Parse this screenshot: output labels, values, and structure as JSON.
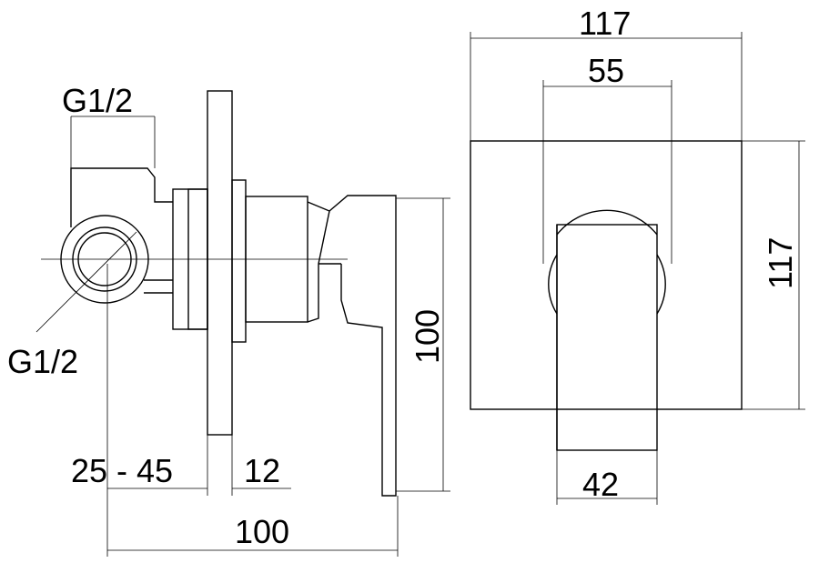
{
  "side_view": {
    "thread_top_label": "G1/2",
    "thread_side_label": "G1/2",
    "height_label": "100",
    "wall_depth_label": "25 - 45",
    "plate_label": "12",
    "total_depth_label": "100"
  },
  "front_view": {
    "width_label": "117",
    "rosette_label": "55",
    "height_label": "117",
    "handle_label": "42"
  }
}
